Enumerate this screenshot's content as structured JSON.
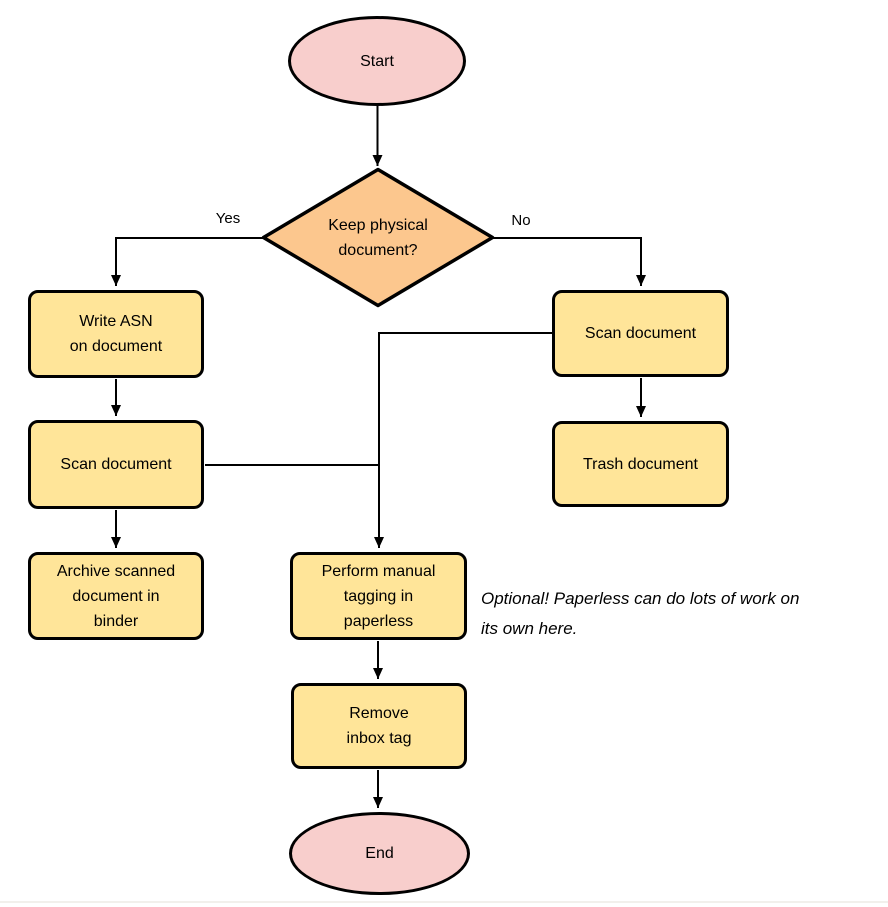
{
  "colors": {
    "terminator_pink": "#f8cecc",
    "process_yellow": "#ffe599",
    "diamond_orange": "#fcc78e",
    "stroke_black": "#000000",
    "background": "#ffffff"
  },
  "nodes": {
    "start": {
      "label": "Start"
    },
    "decision": {
      "label": "Keep physical\ndocument?"
    },
    "write_asn": {
      "label": "Write ASN\non document"
    },
    "scan_left": {
      "label": "Scan document"
    },
    "archive": {
      "label": "Archive scanned\ndocument in\nbinder"
    },
    "scan_right": {
      "label": "Scan document"
    },
    "trash": {
      "label": "Trash document"
    },
    "tagging": {
      "label": "Perform manual\ntagging in\npaperless"
    },
    "remove_inbox": {
      "label": "Remove\ninbox tag"
    },
    "end": {
      "label": "End"
    }
  },
  "edge_labels": {
    "yes": "Yes",
    "no": "No"
  },
  "note": {
    "text": "Optional! Paperless can do lots of work on\nits own here."
  }
}
